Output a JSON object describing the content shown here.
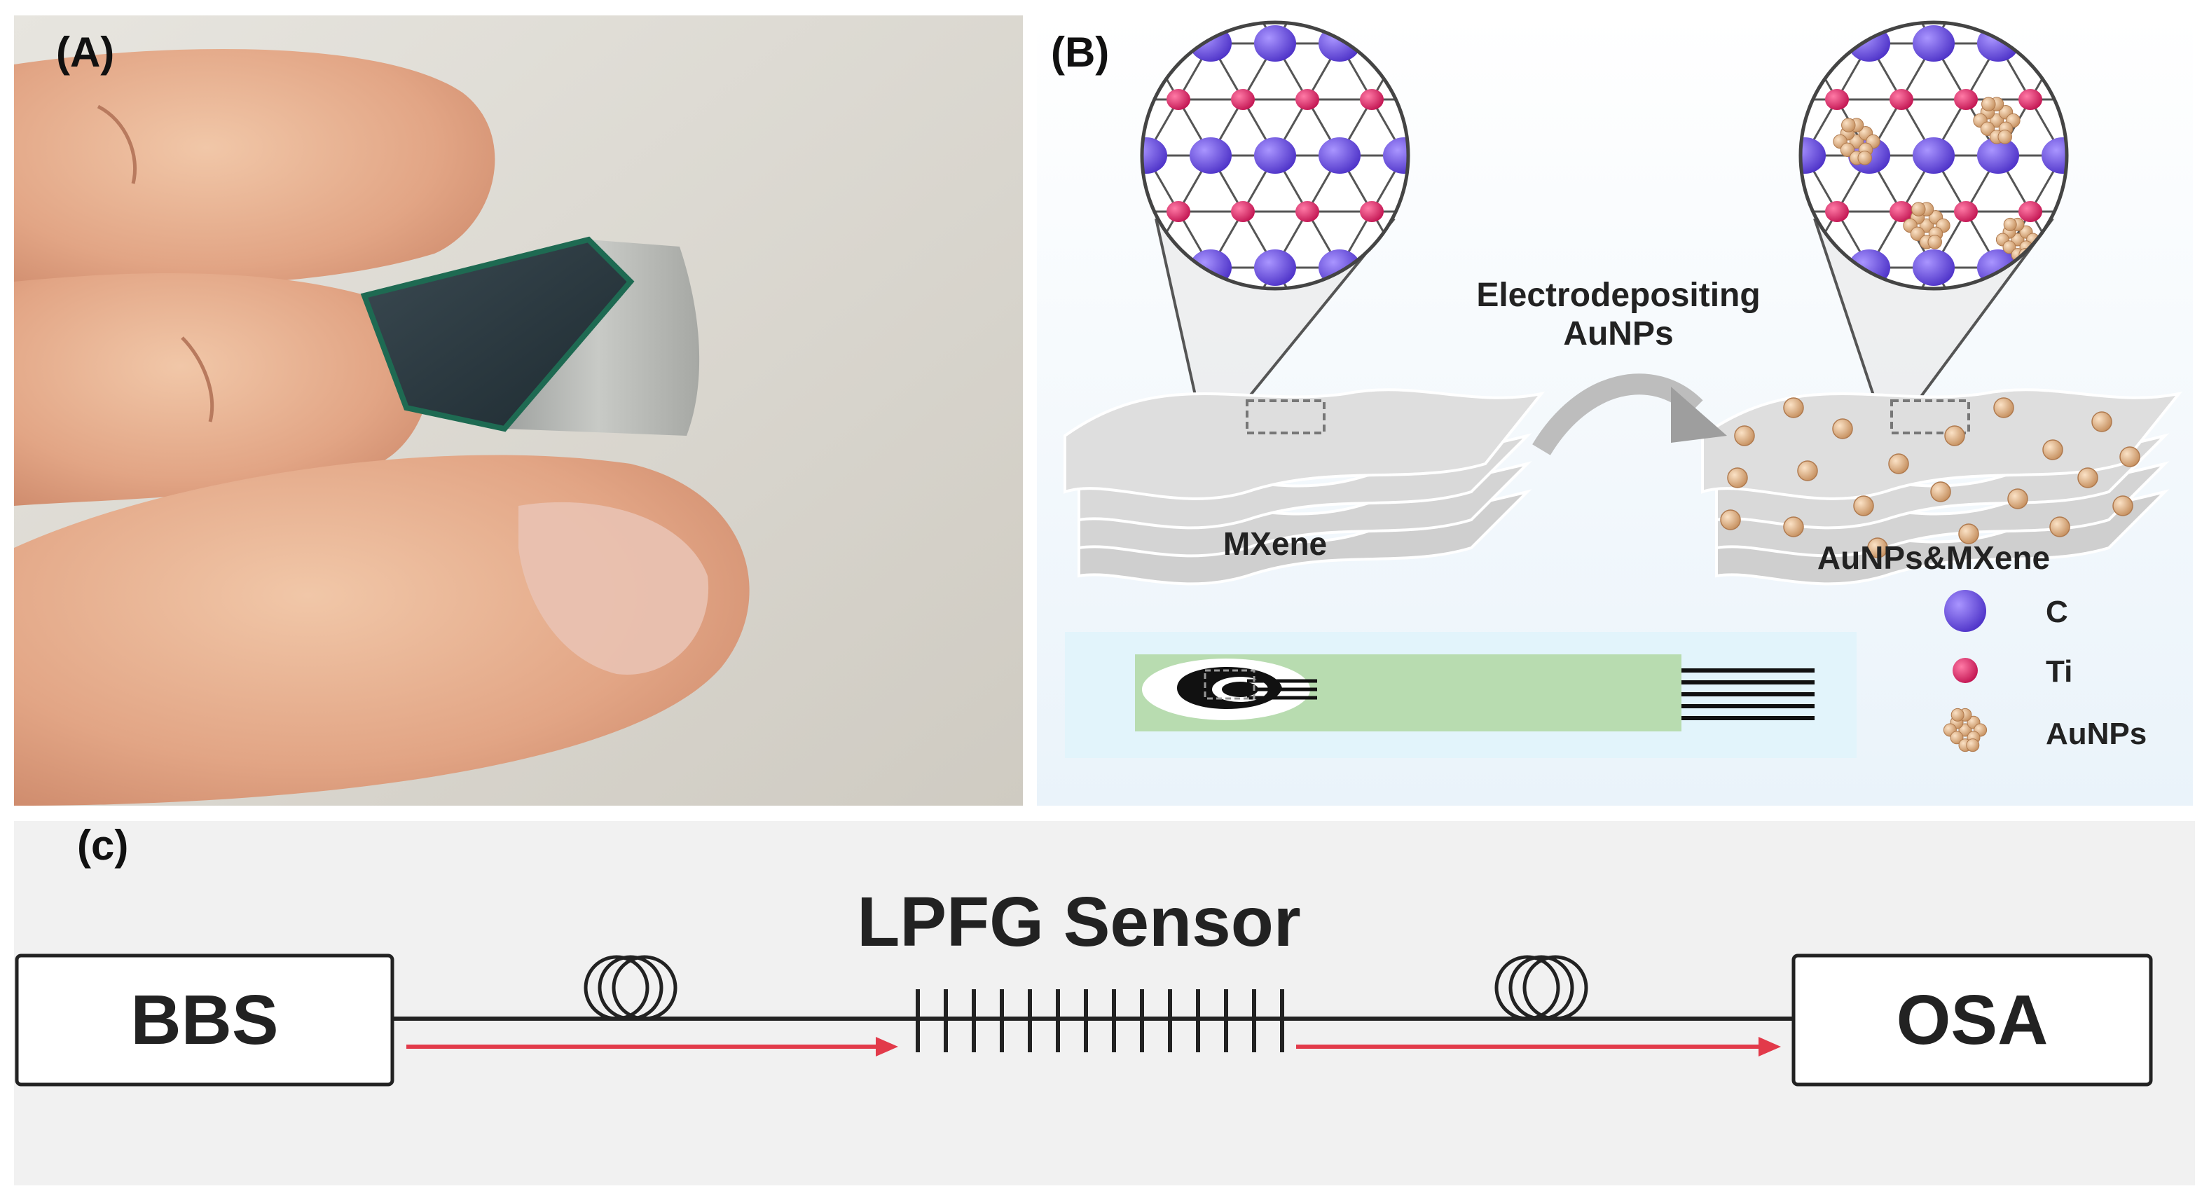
{
  "panels": {
    "a": {
      "label": "(A)"
    },
    "b": {
      "label": "(B)",
      "process_label_line1": "Electrodepositing",
      "process_label_line2": "AuNPs",
      "left_material": "MXene",
      "right_material": "AuNPs&MXene",
      "legend": [
        {
          "name": "C",
          "color": "#6a4fe0"
        },
        {
          "name": "Ti",
          "color": "#e0306e"
        },
        {
          "name": "AuNPs",
          "color": "#e8b888"
        }
      ]
    },
    "c": {
      "label": "(c)",
      "title": "LPFG Sensor",
      "left_box": "BBS",
      "right_box": "OSA"
    }
  },
  "colors": {
    "carbon": "#6a4fe0",
    "titanium": "#e0306e",
    "gold_np": "#e8b888",
    "arrow_red": "#e23a4a",
    "electrode_green": "#b8dcb0"
  }
}
